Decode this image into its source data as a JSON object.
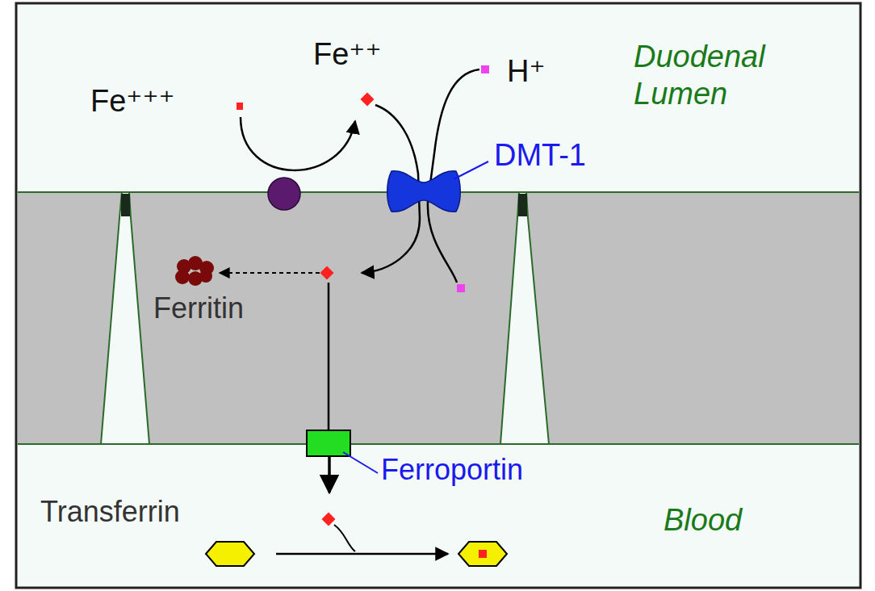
{
  "diagram": {
    "labels": [
      "Fe⁺⁺",
      "H⁺",
      "Duodenal Lumen",
      "Fe⁺⁺⁺",
      "DMT-1",
      "Ferritin",
      "Ferroportin",
      "Transferrin",
      "Blood"
    ]
  }
}
